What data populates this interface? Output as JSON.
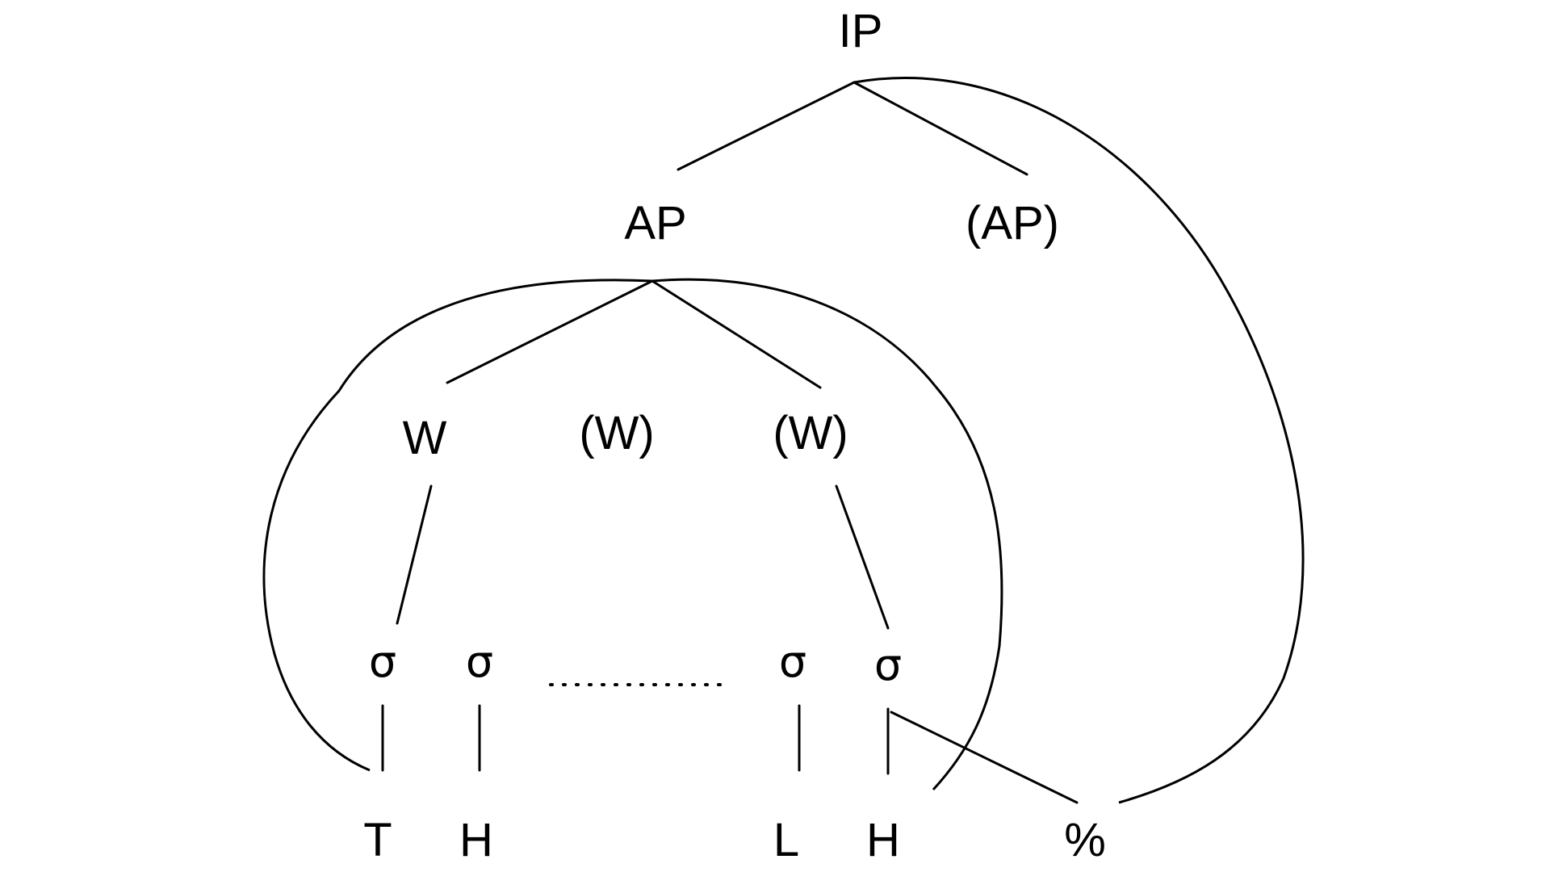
{
  "nodes": {
    "ip": "IP",
    "ap": "AP",
    "ap_optional": "(AP)",
    "w": "W",
    "w_optional_1": "(W)",
    "w_optional_2": "(W)",
    "syllables": [
      "σ",
      "σ",
      "σ",
      "σ"
    ],
    "tones": [
      "T",
      "H",
      "L",
      "H"
    ],
    "boundary_tone": "%"
  },
  "colors": {
    "ink": "#000000",
    "background": "#ffffff"
  }
}
